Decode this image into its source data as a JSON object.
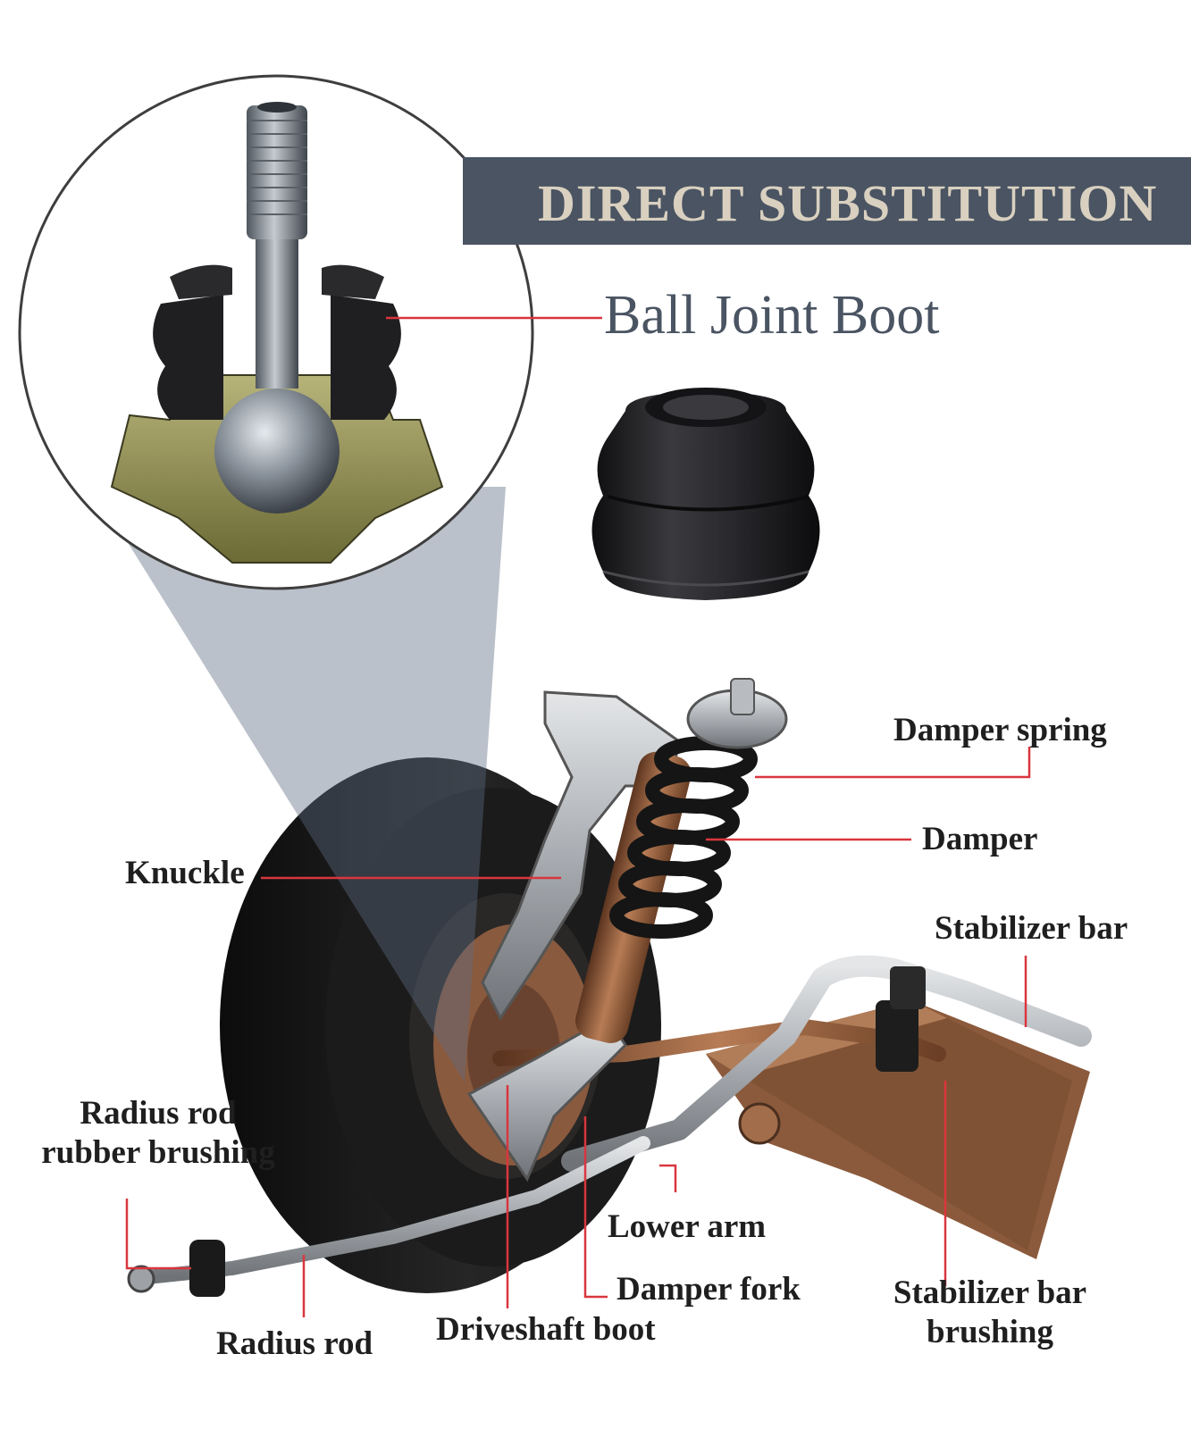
{
  "banner": {
    "title": "DIRECT SUBSTITUTION"
  },
  "product": {
    "label": "Ball Joint Boot"
  },
  "callouts": {
    "damper_spring": "Damper spring",
    "damper": "Damper",
    "knuckle": "Knuckle",
    "stabilizer_bar": "Stabilizer bar",
    "radius_rod_bushing_line1": "Radius rod",
    "radius_rod_bushing_line2": "rubber brushing",
    "lower_arm": "Lower arm",
    "damper_fork": "Damper fork",
    "stabilizer_bar_bushing_line1": "Stabilizer bar",
    "stabilizer_bar_bushing_line2": "brushing",
    "driveshaft_boot": "Driveshaft boot",
    "radius_rod": "Radius rod"
  },
  "colors": {
    "banner": "#4a5462",
    "banner_text": "#d9d0c0",
    "leader_line": "#d9363e",
    "rubber": "#1e1e20",
    "housing_brass": "#8c8a4a",
    "chassis_copper": "#8b5a3c"
  }
}
